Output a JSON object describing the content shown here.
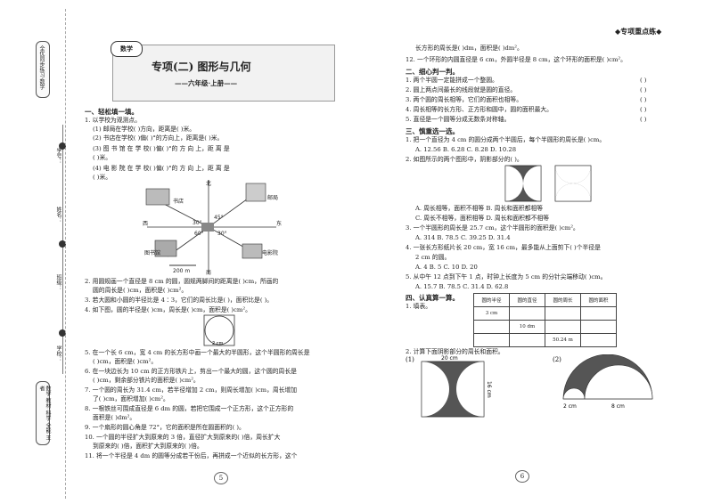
{
  "left": {
    "side_top": "全优同步练习·数学",
    "side_mid": [
      "学校：",
      "班级：",
      "姓名：",
      "学号："
    ],
    "side_bottom": "数学 教材 科学 全能 王者",
    "badge": "数学",
    "title": "专项(二)  图形与几何",
    "subtitle": "——六年级·上册——",
    "lines": [
      "一、轻松填一填。",
      "1. 以学校为观测点。",
      "(1) 邮局在学校(      )方向，距离是(        )米。",
      "(2) 书店在学校(      )偏(        )°的方向上，距离是(        )米。",
      "(3) 图 书 馆 在 学 校(      )偏(        )°的 方 向 上，距 离 是",
      "(        )米。",
      "(4) 电 影 院 在 学 校(      )偏(        )°的 方 向 上，距 离 是",
      "(        )米。",
      "2. 用圆规画一个直径是 8 cm 的圆，圆规两脚间的距离是(        )cm，所画的",
      "圆的周长是(        )cm，面积是(        )cm²。",
      "3. 若大圆和小圆的半径比是 4∶3，它们的周长比是(      )，面积比是(      )。",
      "4. 如下图，圆的半径是(        )cm，周长是(        )cm，面积是(        )cm²。",
      "5. 在一个长 6 cm，宽 4 cm 的长方形中画一个最大的半圆形，这个半圆形的周长是",
      "(        )cm，面积是(        )cm²。",
      "6. 在一块边长为 10 cm 的正方形铁片上，剪出一个最大的圆，这个圆的周长是",
      "(        )cm，剩余部分铁片的面积是(        )cm²。",
      "7. 一个圆的周长为 31.4 cm，若半径增加 2 cm，则周长增加(        )cm，周长增加",
      "了(        )cm，面积增加(        )cm²。",
      "8. 一根铁丝可围成直径是 6 dm 的圆，若把它围成一个正方形，这个正方形的",
      "面积是(        )dm²。",
      "9. 一个扇形的圆心角是 72°，它的面积是所在圆面积的(        )。",
      "10. 一个圆的半径扩大到原来的 3 倍，直径扩大到原来的(        )倍，周长扩大",
      "到原来的(        )倍，面积扩大到原来的(        )倍。",
      "11. 将一个半径是 4 dm 的圆等分成若干份后，再拼成一个近似的长方形，这个"
    ],
    "map_labels": {
      "north": "北",
      "south": "南",
      "west": "西",
      "east": "东",
      "bookstore": "书店",
      "post": "邮局",
      "library": "图书馆",
      "cinema": "电影院",
      "a45": "45°",
      "a30a": "30°",
      "a60": "60°",
      "a30b": "30°",
      "scale": "200 m"
    },
    "circle_label": "2 cm",
    "page_no": "5"
  },
  "right": {
    "header": "◆专项重点练◆",
    "lines": [
      "长方形的周长是(        )dm，面积是(        )dm²。",
      "12. 一个环形的内圆直径是 6 cm，外圆半径是 8 cm，这个环形的面积是(        )cm²。",
      "二、细心判一判。",
      "1. 两个半圆一定能拼成一个整圆。",
      "2. 圆上两点间最长的线段就是圆的直径。",
      "3. 两个圆的周长相等，它们的面积也相等。",
      "4. 周长相等的长方形、正方形和圆中，圆的面积最大。",
      "5. 直径是一个圆等分成无数条对称轴。",
      "三、慎重选一选。",
      "1. 把一个直径为 4 cm 的圆分成两个半圆后，每个半圆形的周长是(        )cm。",
      "A. 12.56           B. 6.28           C. 8.28           D. 10.28",
      "2. 如图所示的两个图形中，阴影部分的(        )。",
      "A. 周长相等，面积不相等                    B. 周长和面积都相等",
      "C. 周长不相等，面积相等                    D. 周长和面积都不相等",
      "3. 一个半圆形的周长是 25.7 cm，这个半圆形的面积是(        )cm²。",
      "A. 314             B. 78.5           C. 39.25          D. 31.4",
      "4. 一张长方形纸片长 20 cm，宽 16 cm，最多能从上面剪下(        )个半径是",
      "2 cm 的圆。",
      "A. 4               B. 5              C. 10             D. 20",
      "5. 从中午 12 点到下午 1 点，时钟上长度为 5 cm 的分针尖端移动(        )cm。",
      "A. 15.7            B. 78.5           C. 31.4           D. 62.8",
      "四、认真算一算。",
      "1. 填表。",
      "2. 计算下面阴影部分的周长和面积。"
    ],
    "judge_marks": [
      "(      )",
      "(      )",
      "(      )",
      "(      )",
      "(      )"
    ],
    "table": {
      "headers": [
        "圆的半径",
        "圆的直径",
        "圆的周长",
        "圆的面积"
      ],
      "rows": [
        [
          "3 cm",
          "",
          "",
          ""
        ],
        [
          "",
          "10 dm",
          "",
          ""
        ],
        [
          "",
          "",
          "50.24 m",
          ""
        ]
      ]
    },
    "fig1": {
      "label": "(1)",
      "top": "20 cm",
      "side": "16 cm"
    },
    "fig2": {
      "label": "(2)",
      "a": "2 cm",
      "b": "8 cm"
    },
    "page_no": "6"
  }
}
